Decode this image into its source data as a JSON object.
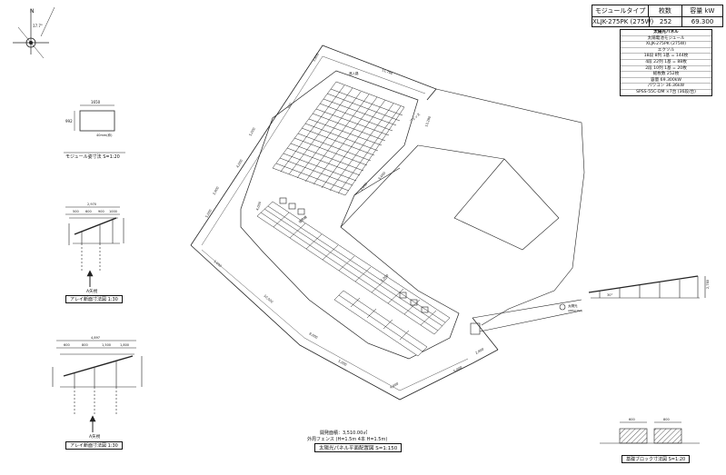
{
  "header_table": {
    "col_type": "モジュールタイプ",
    "col_count": "枚数",
    "col_capacity": "容量 kW",
    "module_type": "XLJK-275PK (275W)",
    "count": "252",
    "capacity": "69.300"
  },
  "spec_list": {
    "title": "太陽光パネル",
    "items": [
      "太陽電池モジュール",
      "XLJK-275PK (275W)",
      "エクソル",
      "18段 8列 1基 = 144枚",
      "4段 22列 1基 = 88枚",
      "2段 10列 1基 = 20枚",
      "総枚数   252枚",
      "容量    69.300kW",
      "パワコン  36.36kW",
      "SPSS-55C-DM ×7台 (36段/台)"
    ]
  },
  "compass": {
    "label": "N"
  },
  "detail_module": {
    "caption": "モジュール姿寸法 S=1:20",
    "dims": [
      "1650",
      "992",
      "40mm(枠)"
    ]
  },
  "detail_array_a": {
    "caption": "アレイ断面寸法図  1:30",
    "arrow_label": "A矢視",
    "dims": [
      "2,970",
      "500",
      "600",
      "900",
      "1000"
    ]
  },
  "detail_array_b": {
    "caption": "アレイ断面寸法図  1:30",
    "arrow_label": "A矢視",
    "dims": [
      "4,897",
      "600",
      "800",
      "1,500",
      "1,800"
    ]
  },
  "side_elevation": {
    "dims": [
      "30°",
      "2,780"
    ],
    "label": "太陽光",
    "sub": "AREA(1ST)"
  },
  "site_plan": {
    "dim_labels": [
      "3,800",
      "11,700",
      "100",
      "5,000",
      "4,000",
      "3,900",
      "5,000",
      "1,000",
      "10,000",
      "8,000",
      "5,000",
      "4,000",
      "5,000",
      "13,280",
      "2,000",
      "5,000",
      "4,000",
      "1,900",
      "2,800"
    ],
    "callouts": [
      "進入路",
      "フェンス",
      "境界線"
    ],
    "note_area": "開発面積：3,510.00㎡",
    "note_fence": "外周フェンス (H=1.5m 4本  H=1.5m)",
    "title": "太陽光パネル平面配置図    S=1:150"
  },
  "legend_block": {
    "dims": [
      "600",
      "800"
    ],
    "caption": "基礎ブロック寸法図  S=1:20"
  }
}
